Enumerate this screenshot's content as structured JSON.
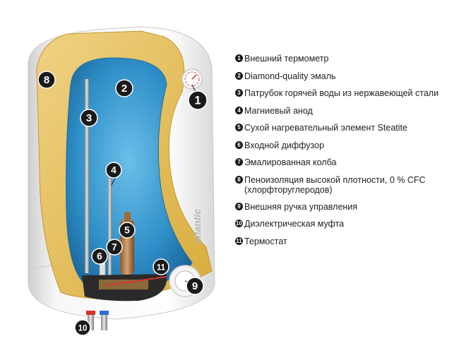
{
  "brand": "atlantic",
  "markers": [
    {
      "n": "1"
    },
    {
      "n": "2"
    },
    {
      "n": "3"
    },
    {
      "n": "4"
    },
    {
      "n": "5"
    },
    {
      "n": "6"
    },
    {
      "n": "7"
    },
    {
      "n": "8"
    },
    {
      "n": "9"
    },
    {
      "n": "10"
    },
    {
      "n": "11"
    }
  ],
  "legend": [
    {
      "n": "1",
      "text": "Внешний термометр"
    },
    {
      "n": "2",
      "text": "Diamond-quality эмаль"
    },
    {
      "n": "3",
      "text": "Патрубок горячей воды из нержавеющей стали"
    },
    {
      "n": "4",
      "text": "Магниевый анод"
    },
    {
      "n": "5",
      "text": "Сухой нагревательный элемент Steatite"
    },
    {
      "n": "6",
      "text": "Входной диффузор"
    },
    {
      "n": "7",
      "text": "Эмалированная колба"
    },
    {
      "n": "8",
      "text": "Пеноизоляция  высокой плотности, 0 % CFC\n(хлорфторуглеродов)"
    },
    {
      "n": "9",
      "text": "Внешняя ручка управления"
    },
    {
      "n": "10",
      "text": "Диэлектрическая муфта"
    },
    {
      "n": "11",
      "text": "Термостат"
    }
  ],
  "colors": {
    "tank": "#2f8fc7",
    "insulation": "#e8c25a",
    "shell": "#f1f1f1",
    "marker": "#1a1a1a"
  }
}
